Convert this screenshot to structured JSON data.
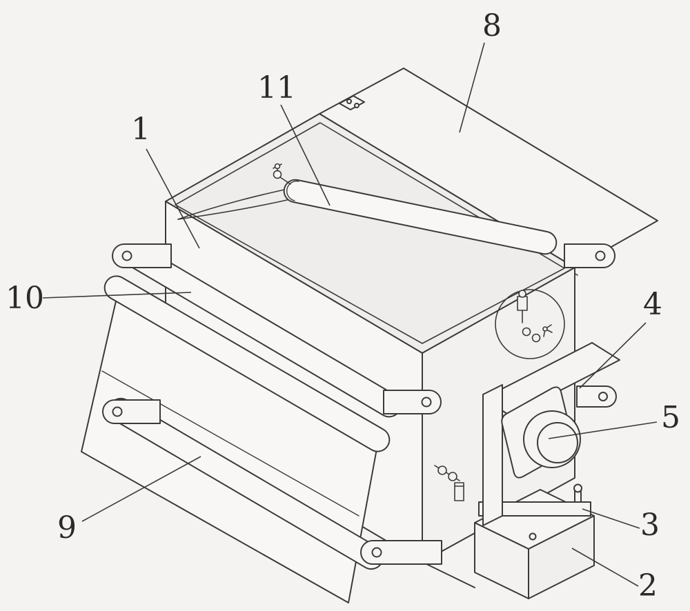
{
  "figure": {
    "kind": "patent-line-drawing",
    "background_color": "#f4f3f1",
    "line_color": "#3a3a3a",
    "label_color": "#2a2a2a",
    "labels": {
      "n1": {
        "text": "1"
      },
      "n2": {
        "text": "2"
      },
      "n3": {
        "text": "3"
      },
      "n4": {
        "text": "4"
      },
      "n5": {
        "text": "5"
      },
      "n8": {
        "text": "8"
      },
      "n9": {
        "text": "9"
      },
      "n10": {
        "text": "10"
      },
      "n11": {
        "text": "11"
      }
    }
  }
}
